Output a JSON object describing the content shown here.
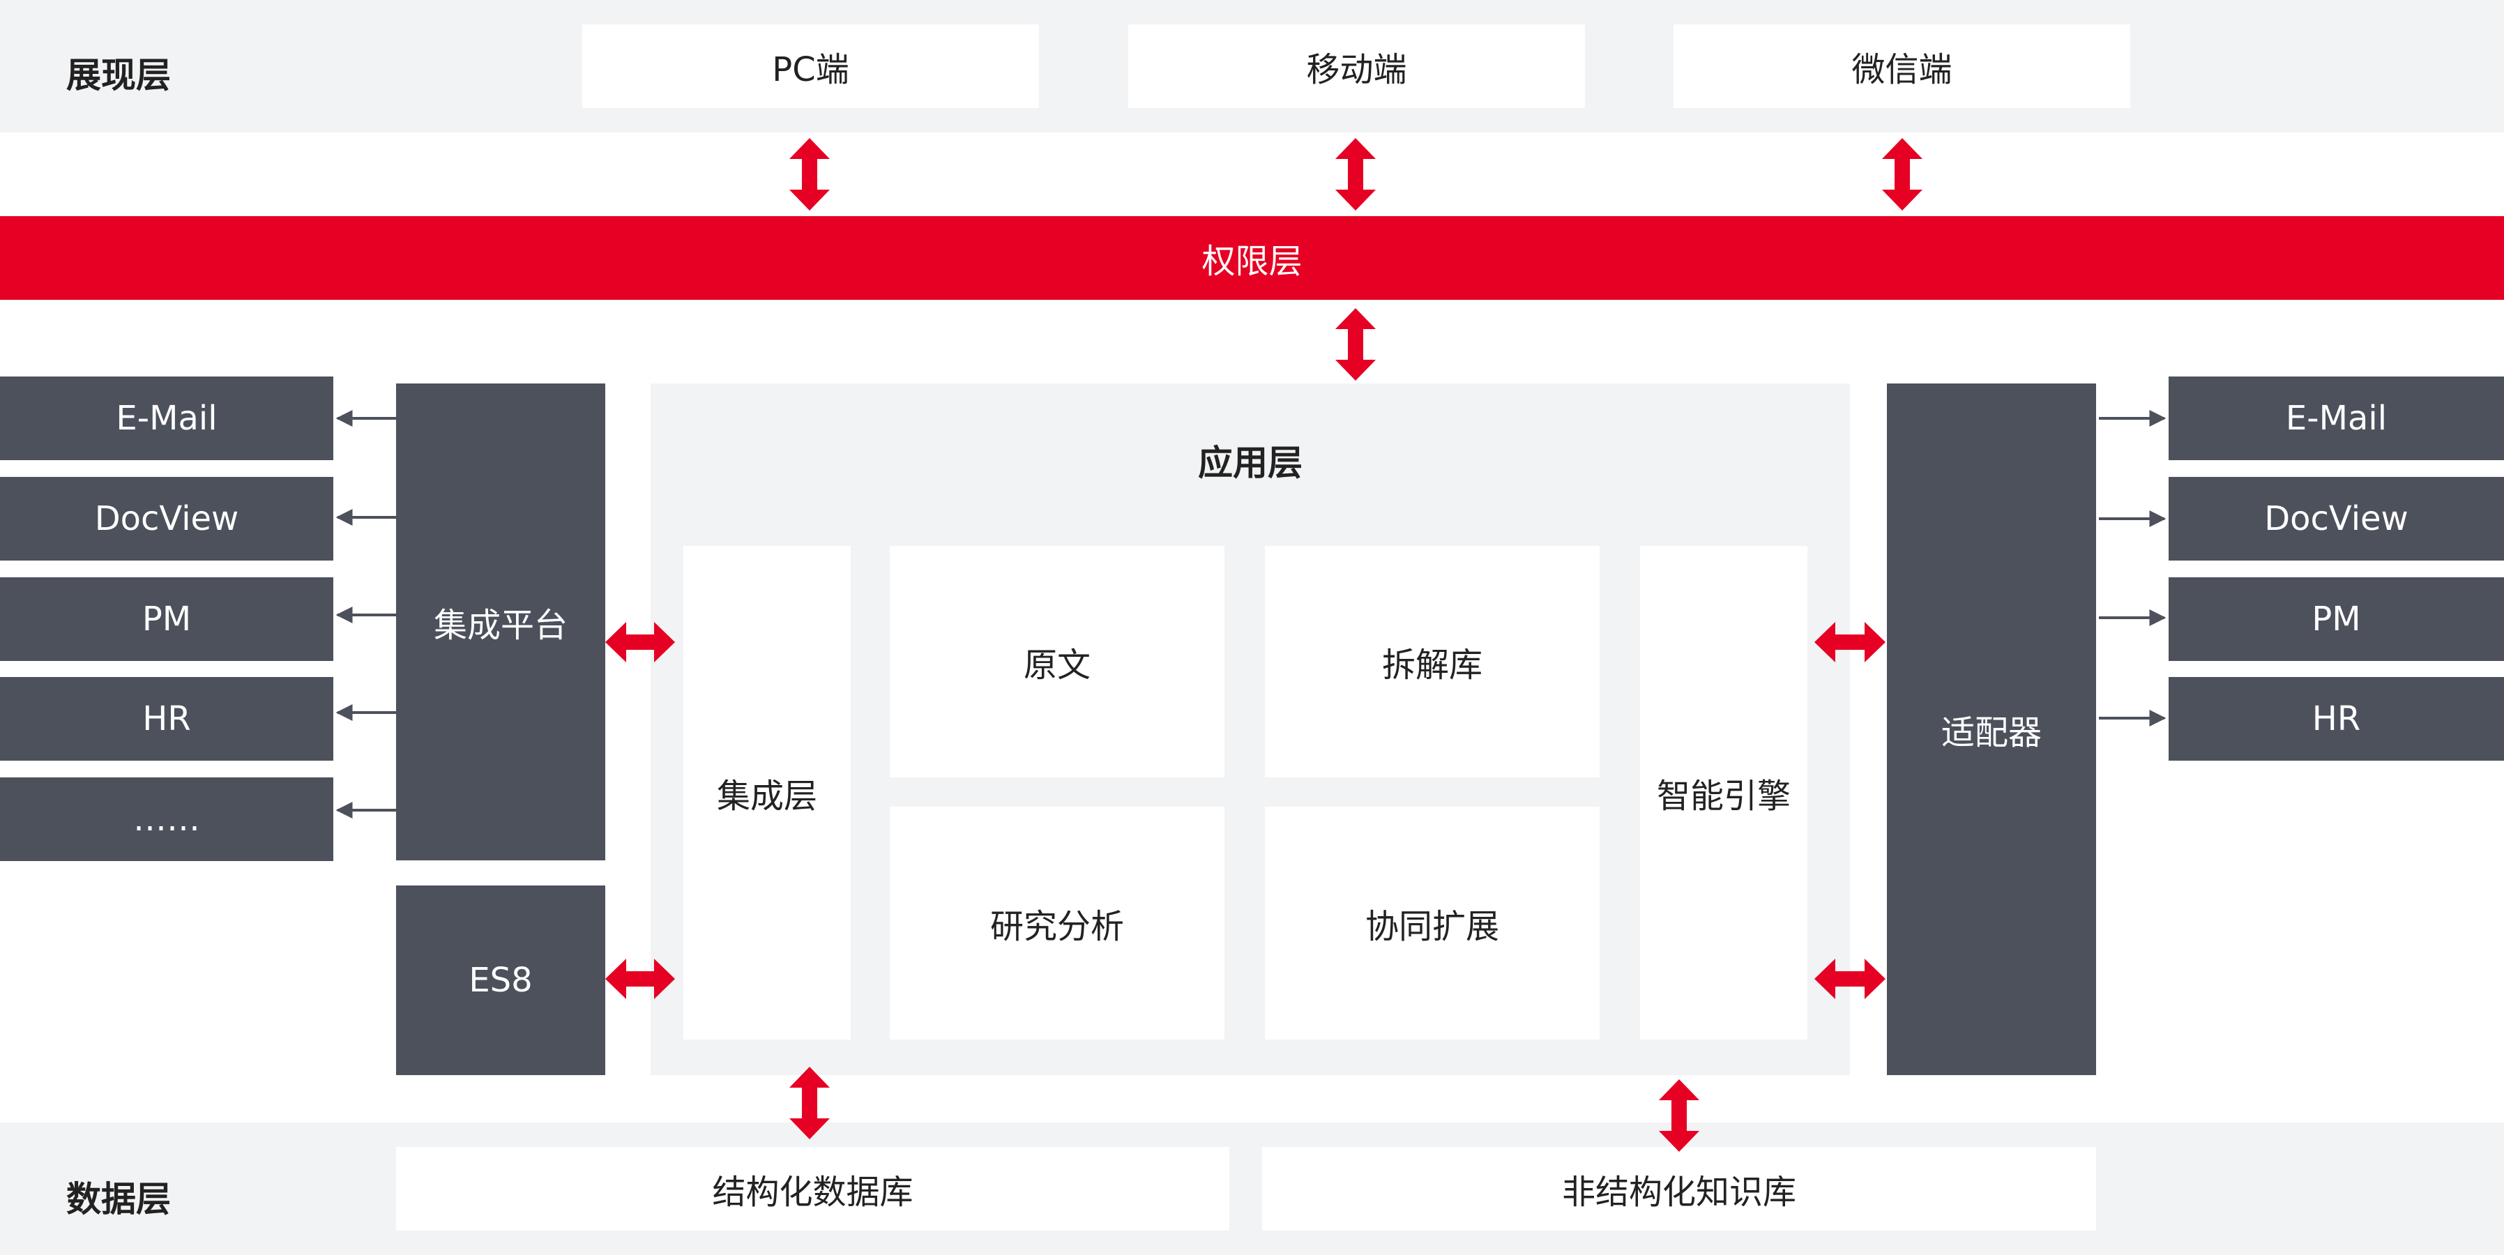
{
  "layers": {
    "presentation": "展现层",
    "permission": "权限层",
    "application": "应用层",
    "data": "数据层"
  },
  "presentation_items": [
    "PC端",
    "移动端",
    "微信端"
  ],
  "left_external": [
    "E-Mail",
    "DocView",
    "PM",
    "HR",
    "……"
  ],
  "integration_platform": "集成平台",
  "es8": "ES8",
  "app_blocks": {
    "integration": "集成层",
    "original": "原文",
    "decomposition": "拆解库",
    "research": "研究分析",
    "collab": "协同扩展",
    "engine": "智能引擎"
  },
  "adapter": "适配器",
  "right_external": [
    "E-Mail",
    "DocView",
    "PM",
    "HR"
  ],
  "data_items": [
    "结构化数据库",
    "非结构化知识库"
  ],
  "colors": {
    "accent_red": "#e60023",
    "dark_block": "#4c515c",
    "band_gray": "#f2f3f5"
  }
}
